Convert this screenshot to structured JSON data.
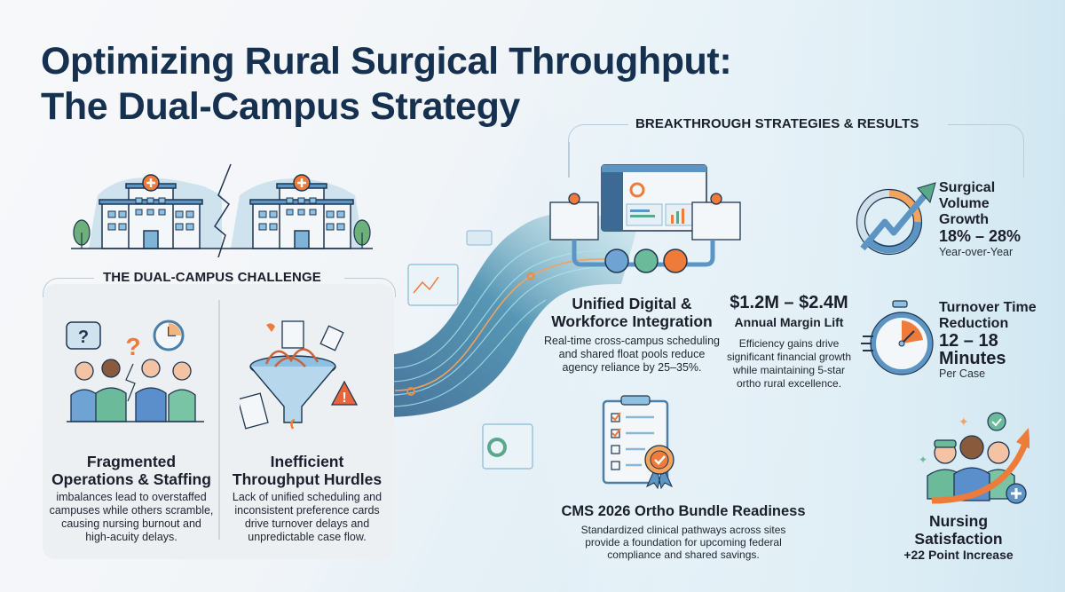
{
  "title": {
    "line1": "Optimizing Rural Surgical Throughput:",
    "line2": "The Dual-Campus Strategy"
  },
  "challenge": {
    "heading": "THE DUAL-CAMPUS CHALLENGE",
    "blocks": [
      {
        "title_line1": "Fragmented",
        "title_line2": "Operations & Staffing",
        "text_line1": "imbalances lead to overstaffed",
        "text_line2": "campuses while others scramble,",
        "text_line3": "causing nursing burnout and",
        "text_line4": "high-acuity delays.",
        "icon": "stressed-staff-icon"
      },
      {
        "title_line1": "Inefficient",
        "title_line2": "Throughput Hurdles",
        "text_line1": "Lack of unified scheduling and",
        "text_line2": "inconsistent preference cards",
        "text_line3": "drive turnover delays and",
        "text_line4": "unpredictable case flow.",
        "icon": "clogged-funnel-icon"
      }
    ]
  },
  "results": {
    "heading": "BREAKTHROUGH STRATEGIES & RESULTS",
    "integration": {
      "title_line1": "Unified Digital &",
      "title_line2": "Workforce Integration",
      "text_line1": "Real-time cross-campus scheduling",
      "text_line2": "and shared float pools reduce",
      "text_line3": "agency reliance by 25–35%."
    },
    "margin": {
      "value": "$1.2M – $2.4M",
      "label": "Annual Margin Lift",
      "text_line1": "Efficiency gains drive",
      "text_line2": "significant financial growth",
      "text_line3": "while maintaining 5-star",
      "text_line4": "ortho rural excellence."
    },
    "cms": {
      "title": "CMS 2026 Ortho Bundle Readiness",
      "text_line1": "Standardized clinical pathways across sites",
      "text_line2": "provide a foundation for upcoming federal",
      "text_line3": "compliance and shared savings."
    },
    "volume": {
      "title_line1": "Surgical",
      "title_line2": "Volume",
      "title_line3": "Growth",
      "value": "18% – 28%",
      "sub": "Year-over-Year"
    },
    "turnover": {
      "title_line1": "Turnover Time",
      "title_line2": "Reduction",
      "value_line1": "12 – 18",
      "value_line2": "Minutes",
      "sub": "Per Case"
    },
    "nursing": {
      "title_line1": "Nursing",
      "title_line2": "Satisfaction",
      "sub": "+22 Point Increase"
    }
  },
  "colors": {
    "title": "#16314f",
    "accent_blue": "#4a86b8",
    "accent_orange": "#ee7b3a",
    "accent_green": "#5aa88a",
    "panel": "#edf0f3"
  }
}
